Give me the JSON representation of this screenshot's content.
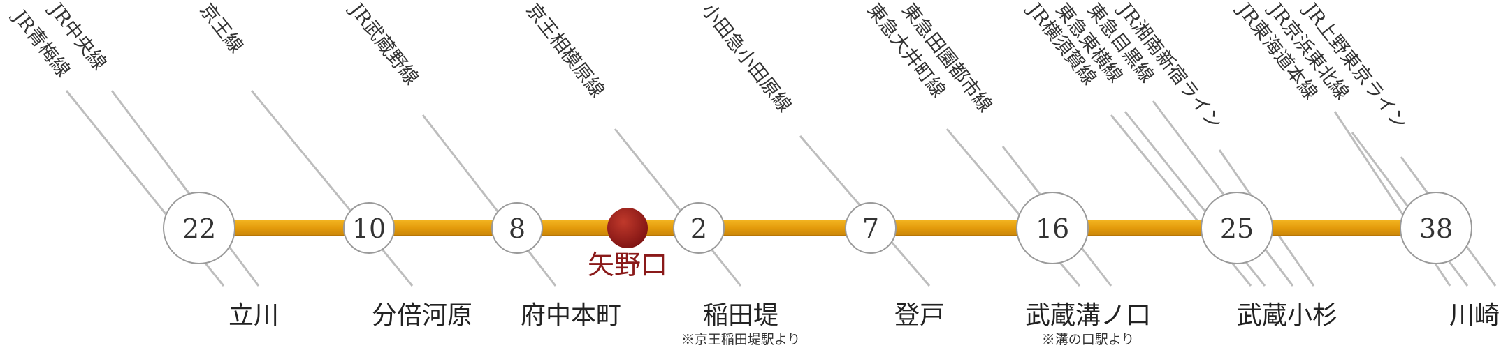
{
  "colors": {
    "route": "#e39b0b",
    "route_dark": "#b87606",
    "connector": "#bdbdbd",
    "node_stroke": "#9a9a9a",
    "current": "#9e1b1b",
    "current_text": "#8a1a1a"
  },
  "current_station": {
    "name": "矢野口"
  },
  "stations": [
    {
      "id": "tachikawa",
      "name": "立川",
      "minutes": "22",
      "note": "",
      "lines": [
        "JR青梅線",
        "JR中央線"
      ]
    },
    {
      "id": "bubaigawara",
      "name": "分倍河原",
      "minutes": "10",
      "note": "",
      "lines": [
        "京王線"
      ]
    },
    {
      "id": "fuchuhonmachi",
      "name": "府中本町",
      "minutes": "8",
      "note": "",
      "lines": [
        "JR武蔵野線"
      ]
    },
    {
      "id": "inadazutsumi",
      "name": "稲田堤",
      "minutes": "2",
      "note": "※京王稲田堤駅より",
      "lines": [
        "京王相模原線"
      ]
    },
    {
      "id": "noborito",
      "name": "登戸",
      "minutes": "7",
      "note": "",
      "lines": [
        "小田急小田原線"
      ]
    },
    {
      "id": "musashimizonokuchi",
      "name": "武蔵溝ノ口",
      "minutes": "16",
      "note": "※溝の口駅より",
      "lines": [
        "東急大井町線",
        "東急田園都市線"
      ]
    },
    {
      "id": "musashikosugi",
      "name": "武蔵小杉",
      "minutes": "25",
      "note": "",
      "lines": [
        "JR横須賀線",
        "東急東横線",
        "東急目黒線",
        "JR湘南新宿ライン"
      ]
    },
    {
      "id": "kawasaki",
      "name": "川崎",
      "minutes": "38",
      "note": "",
      "lines": [
        "JR東海道本線",
        "JR京浜東北線",
        "JR上野東京ライン"
      ]
    }
  ]
}
